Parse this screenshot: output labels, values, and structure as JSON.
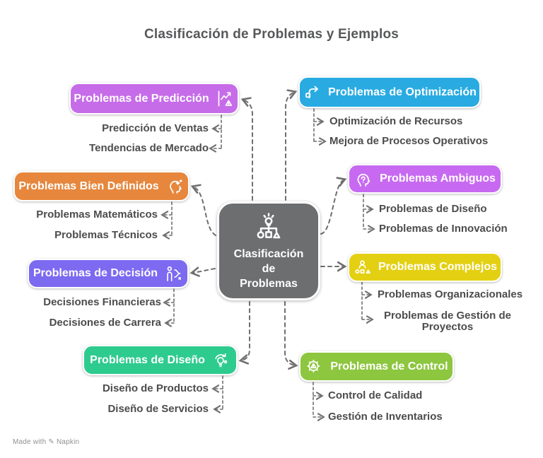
{
  "title": "Clasificación de Problemas y Ejemplos",
  "center": {
    "lines": [
      "Clasificación",
      "de",
      "Problemas"
    ],
    "color": "#6d6e70",
    "icon": "bulb-hierarchy-icon"
  },
  "branches": [
    {
      "id": "prediccion",
      "label": "Problemas de Predicción",
      "color": "#c66ce9",
      "icon": "trend-warning-icon",
      "children": [
        "Predicción de Ventas",
        "Tendencias de Mercado"
      ]
    },
    {
      "id": "optimizacion",
      "label": "Problemas de Optimización",
      "color": "#29abe2",
      "icon": "process-arrows-icon",
      "children": [
        "Optimización de Recursos",
        "Mejora de Procesos Operativos"
      ]
    },
    {
      "id": "bien-definidos",
      "label": "Problemas Bien Definidos",
      "color": "#e6873d",
      "icon": "mind-sparks-icon",
      "children": [
        "Problemas Matemáticos",
        "Problemas Técnicos"
      ]
    },
    {
      "id": "ambiguos",
      "label": "Problemas Ambiguos",
      "color": "#c76af1",
      "icon": "confused-head-icon",
      "children": [
        "Problemas de Diseño",
        "Problemas de Innovación"
      ]
    },
    {
      "id": "decision",
      "label": "Problemas de Decisión",
      "color": "#7c6af1",
      "icon": "person-paths-icon",
      "children": [
        "Decisiones Financieras",
        "Decisiones de Carrera"
      ]
    },
    {
      "id": "complejos",
      "label": "Problemas Complejos",
      "color": "#e4d013",
      "icon": "person-shapes-icon",
      "children": [
        "Problemas Organizacionales",
        "Problemas de Gestión de Proyectos"
      ]
    },
    {
      "id": "diseno",
      "label": "Problemas de Diseño",
      "color": "#2ecb8e",
      "icon": "bulb-cycle-icon",
      "children": [
        "Diseño de Productos",
        "Diseño de Servicios"
      ]
    },
    {
      "id": "control",
      "label": "Problemas de Control",
      "color": "#8dc63f",
      "icon": "gear-warning-icon",
      "children": [
        "Control de Calidad",
        "Gestión de Inventarios"
      ]
    }
  ],
  "connector_color": "#6f6f6f",
  "watermark": {
    "text": "Made with",
    "icon": "pencil-icon",
    "brand": "Napkin"
  }
}
